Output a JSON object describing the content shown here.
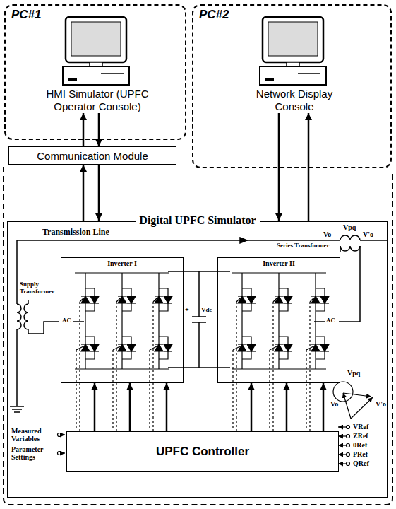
{
  "diagram": {
    "nodes": [
      {
        "text": [
          "PC#1"
        ]
      },
      {
        "text": [
          "HMI Simulator (UPFC Operator Console)"
        ],
        "in": 0
      },
      {
        "text": [
          "PC#2"
        ]
      },
      {
        "text": [
          "Network Display Console"
        ],
        "in": 2
      },
      {
        "text": [
          "Communication Module"
        ]
      },
      {
        "text": [
          "Digital UPFC Simulator"
        ]
      },
      {
        "text": [
          "Inverter I"
        ],
        "in": 5
      },
      {
        "text": [
          "Inverter II"
        ],
        "in": 5
      },
      {
        "text": [
          "UPFC Controller"
        ],
        "in": 5
      }
    ],
    "edges": [
      {
        "from": 4,
        "to": 1,
        "arrow": "to"
      },
      {
        "from": 1,
        "to": 4,
        "arrow": "to"
      },
      {
        "from": 5,
        "to": 4,
        "arrow": "to"
      },
      {
        "from": 4,
        "to": 5,
        "arrow": "to"
      },
      {
        "from": 3,
        "to": 5,
        "arrow": "to"
      },
      {
        "from": 5,
        "to": 3,
        "arrow": "to"
      },
      {
        "from": 8,
        "to": 6,
        "arrow": "to"
      },
      {
        "from": 8,
        "to": 6,
        "arrow": "to"
      },
      {
        "from": 8,
        "to": 6,
        "arrow": "to"
      },
      {
        "from": 8,
        "to": 7,
        "arrow": "to"
      },
      {
        "from": 8,
        "to": 7,
        "arrow": "to"
      },
      {
        "from": 8,
        "to": 7,
        "arrow": "to"
      }
    ],
    "labels": [
      "Transmission Line",
      "Vpq",
      "Vo",
      "V'o",
      "Series Transformer",
      "Supply Transformer",
      "AC",
      "AC",
      "+",
      "Vdc",
      "Measured Variables",
      "Parameter Settings",
      "VRef",
      "ZRef",
      "θRef",
      "PRef",
      "QRef",
      "Vpq",
      "Vo",
      "V'o"
    ]
  }
}
